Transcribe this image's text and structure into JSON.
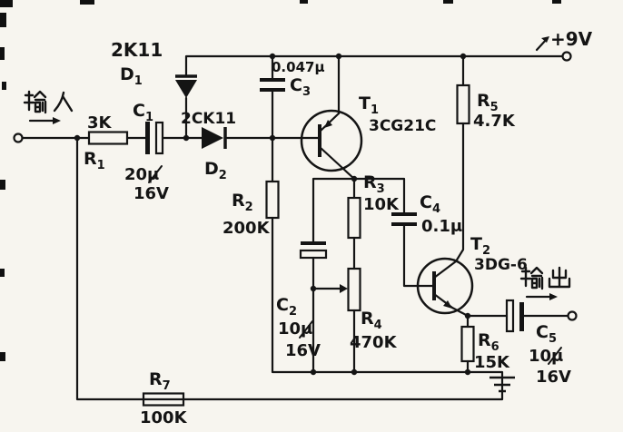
{
  "labels": {
    "input": "输入",
    "output": "输出",
    "supply": "+9V"
  },
  "components": {
    "r1": {
      "ref": "R",
      "sub": "1",
      "value": "3K"
    },
    "r2": {
      "ref": "R",
      "sub": "2",
      "value": "200K"
    },
    "r3": {
      "ref": "R",
      "sub": "3",
      "value": "10K"
    },
    "r4": {
      "ref": "R",
      "sub": "4",
      "value": "470K"
    },
    "r5": {
      "ref": "R",
      "sub": "5",
      "value": "4.7K"
    },
    "r6": {
      "ref": "R",
      "sub": "6",
      "value": "15K"
    },
    "r7": {
      "ref": "R",
      "sub": "7",
      "value": "100K"
    },
    "c1": {
      "ref": "C",
      "sub": "1",
      "value": "20μ",
      "voltage": "16V"
    },
    "c2": {
      "ref": "C",
      "sub": "2",
      "value": "10μ",
      "voltage": "16V"
    },
    "c3": {
      "ref": "C",
      "sub": "3",
      "value": "0.047μ"
    },
    "c4": {
      "ref": "C",
      "sub": "4",
      "value": "0.1μ"
    },
    "c5": {
      "ref": "C",
      "sub": "5",
      "value": "10μ",
      "voltage": "16V"
    },
    "d1": {
      "ref": "D",
      "sub": "1",
      "type": "2K11"
    },
    "d2": {
      "ref": "D",
      "sub": "2",
      "type": "2CK11"
    },
    "t1": {
      "ref": "T",
      "sub": "1",
      "type": "3CG21C"
    },
    "t2": {
      "ref": "T",
      "sub": "2",
      "type": "3DG-6"
    }
  }
}
